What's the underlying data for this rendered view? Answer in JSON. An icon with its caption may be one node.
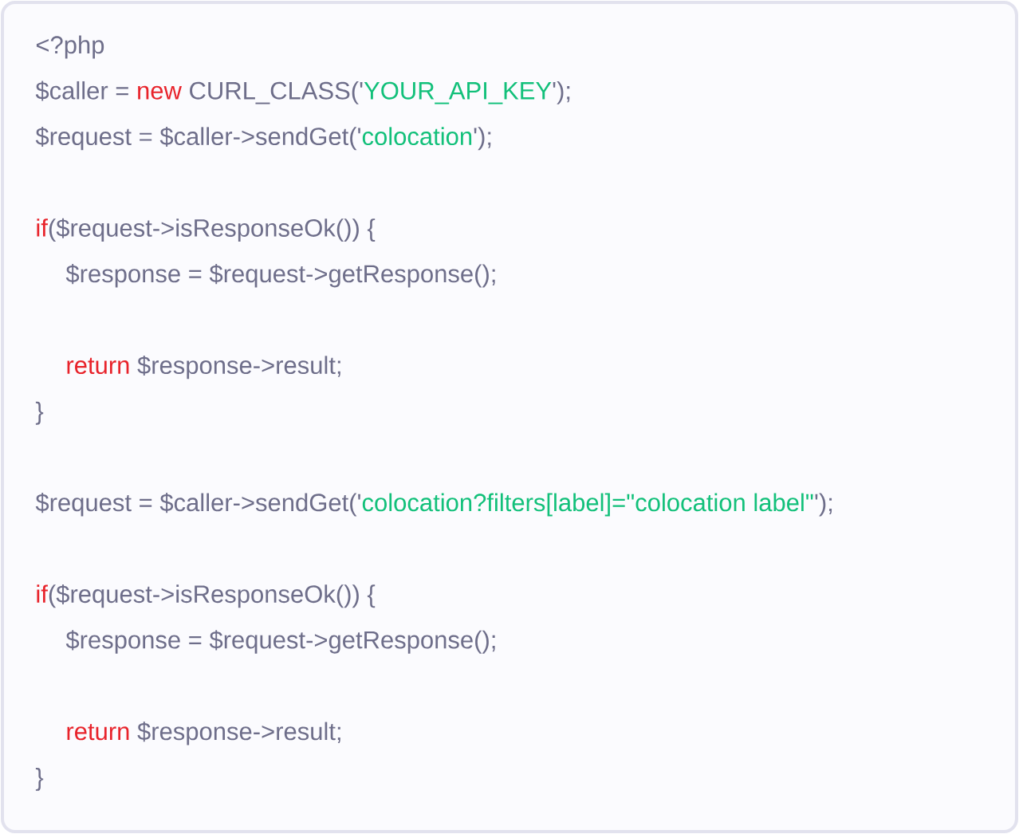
{
  "diagram": {
    "labels": [
      "<?php",
      "$caller =",
      "new",
      "CURL_CLASS('",
      "YOUR_API_KEY",
      "');",
      "$request = $caller->sendGet('",
      "colocation",
      "');",
      "if",
      "($request->isResponseOk()) {",
      "$response = $request->getResponse();",
      "return",
      "$response->result;",
      "}",
      "$request = $caller->sendGet('",
      "colocation?filters[label]=\"colocation label\"",
      "');",
      "if",
      "($request->isResponseOk()) {",
      "$response = $request->getResponse();",
      "return",
      "$response->result;",
      "}"
    ]
  }
}
